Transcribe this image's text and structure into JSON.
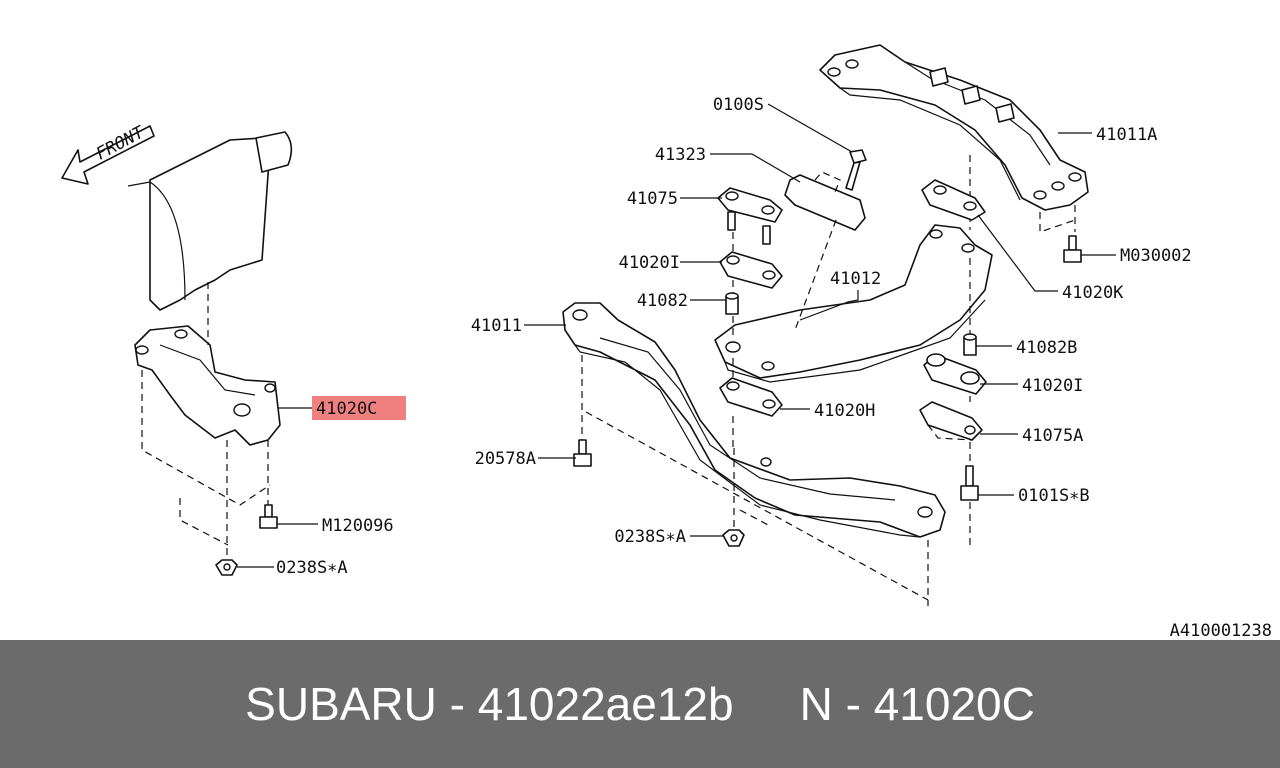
{
  "diagram": {
    "front_label": "FRONT",
    "reference_code": "A410001238",
    "highlighted_part": "41020C",
    "callouts": [
      {
        "id": "0100S",
        "label": "0100S"
      },
      {
        "id": "41323",
        "label": "41323"
      },
      {
        "id": "41075",
        "label": "41075"
      },
      {
        "id": "41020I-top",
        "label": "41020I"
      },
      {
        "id": "41082",
        "label": "41082"
      },
      {
        "id": "41011",
        "label": "41011"
      },
      {
        "id": "41012",
        "label": "41012"
      },
      {
        "id": "41011A",
        "label": "41011A"
      },
      {
        "id": "M030002",
        "label": "M030002"
      },
      {
        "id": "41020K",
        "label": "41020K"
      },
      {
        "id": "41082B",
        "label": "41082B"
      },
      {
        "id": "41020I-right",
        "label": "41020I"
      },
      {
        "id": "41020H",
        "label": "41020H"
      },
      {
        "id": "41075A",
        "label": "41075A"
      },
      {
        "id": "0101SB",
        "label": "0101S∗B"
      },
      {
        "id": "20578A",
        "label": "20578A"
      },
      {
        "id": "0238SA-center",
        "label": "0238S∗A"
      },
      {
        "id": "41020C",
        "label": "41020C"
      },
      {
        "id": "M120096",
        "label": "M120096"
      },
      {
        "id": "0238SA-left",
        "label": "0238S∗A"
      }
    ]
  },
  "footer": {
    "left_text": "SUBARU - 41022ae12b",
    "right_text": "N - 41020C"
  },
  "colors": {
    "highlight": "#f08080",
    "footer_bg": "#6b6b6b",
    "footer_text": "#ffffff"
  }
}
